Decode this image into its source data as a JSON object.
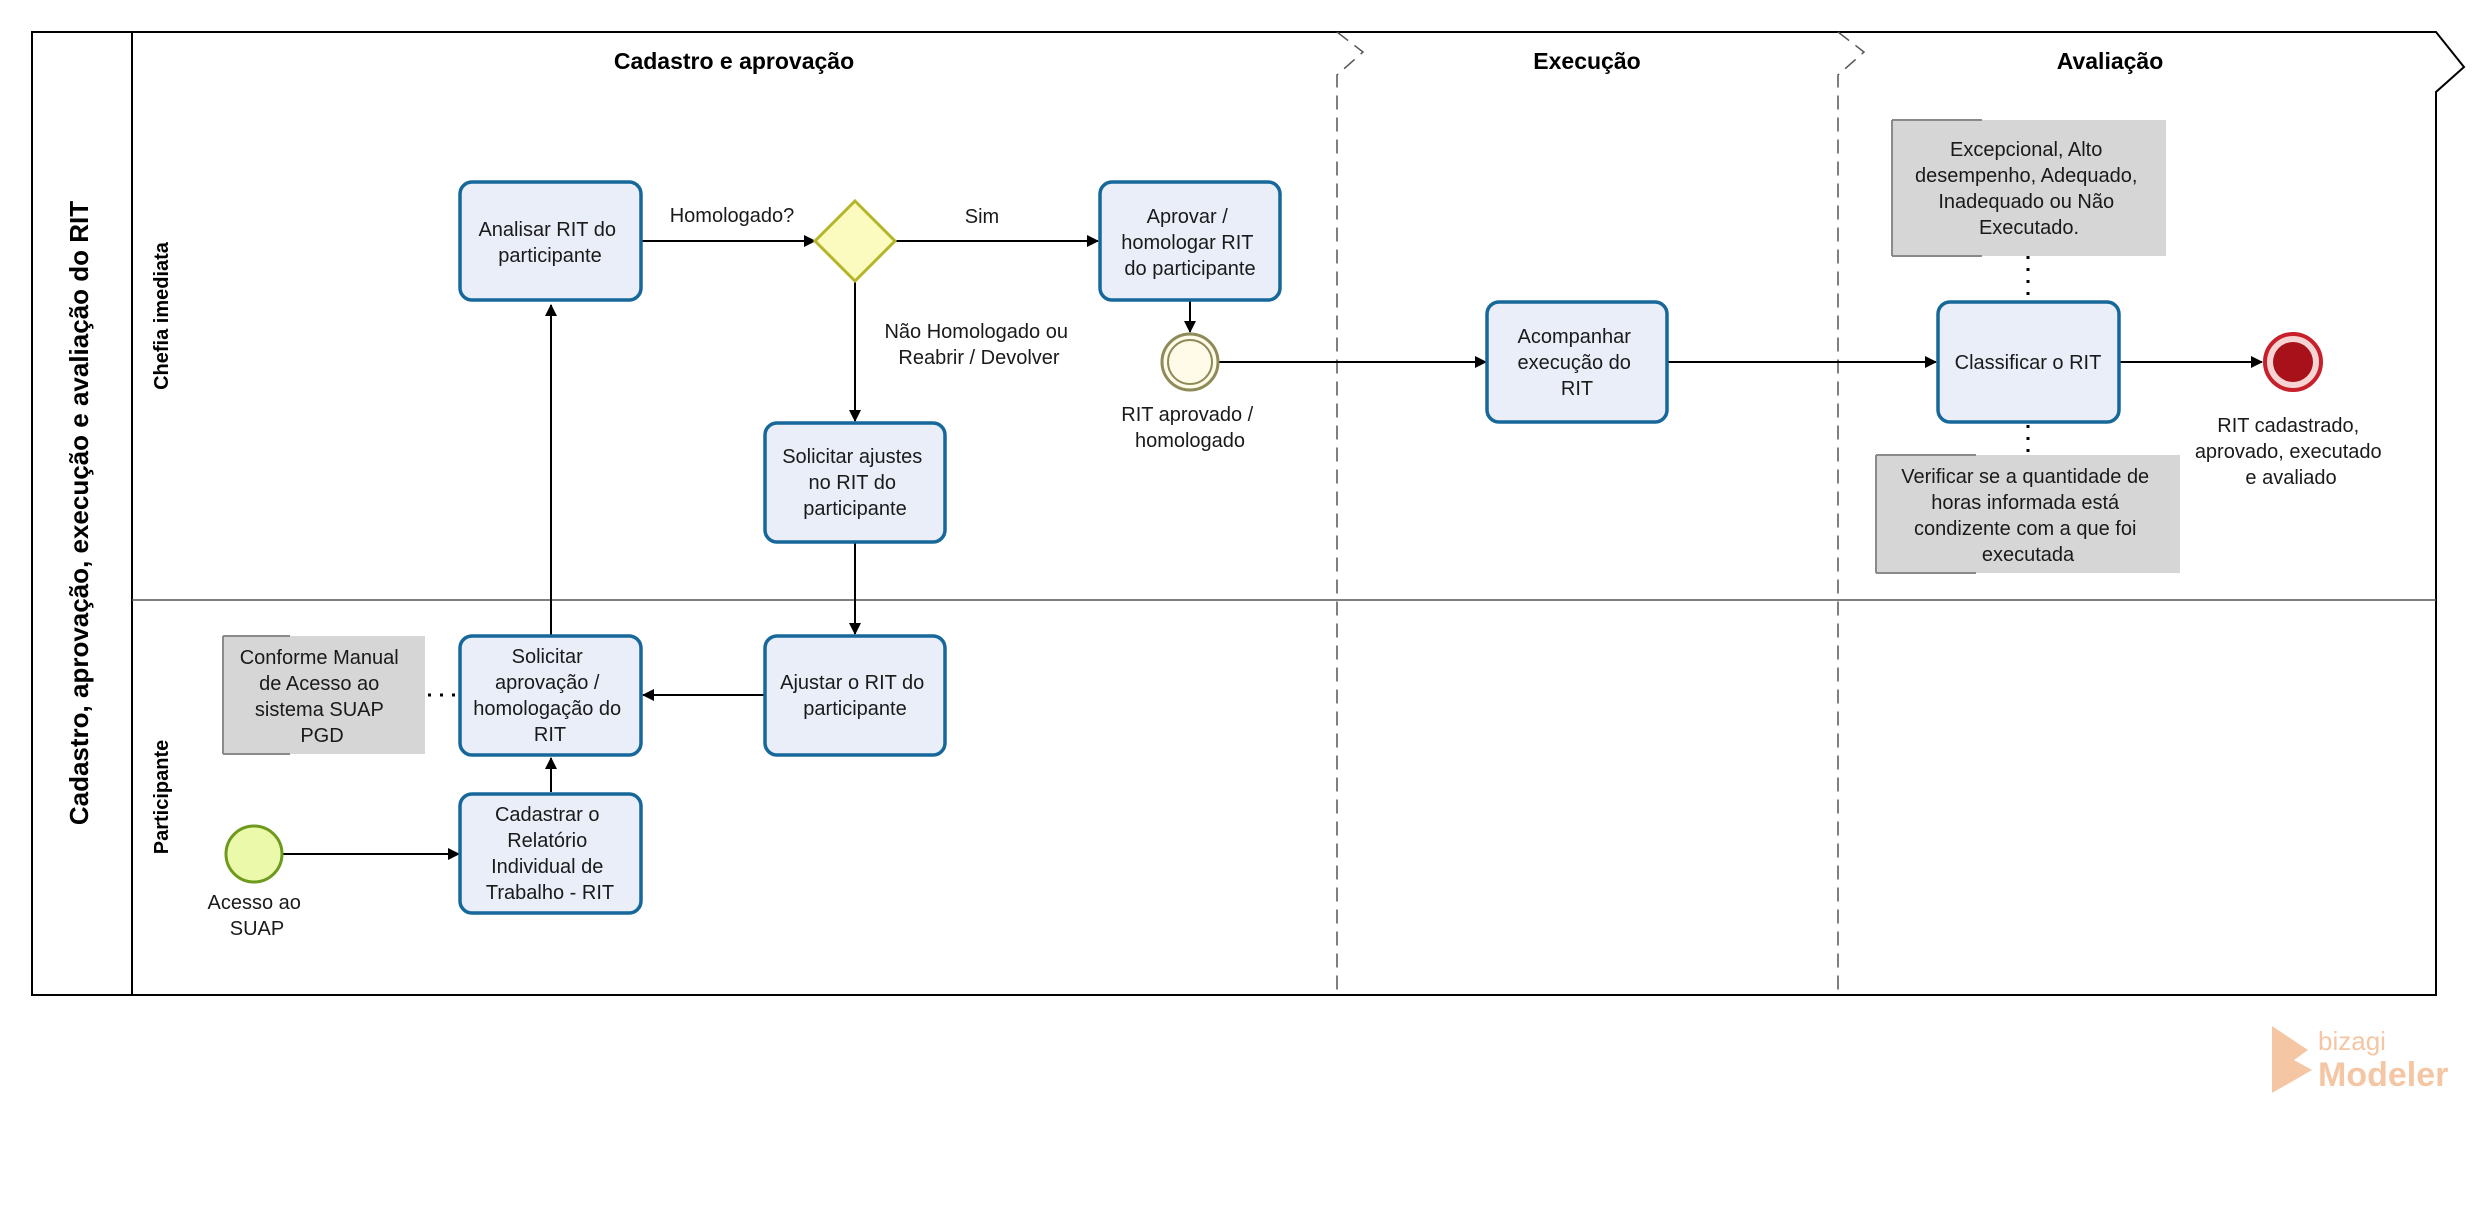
{
  "pool": {
    "title": "Cadastro, aprovação, execução e avaliação do RIT"
  },
  "lanes": [
    {
      "title": "Chefia imediata"
    },
    {
      "title": "Participante"
    }
  ],
  "phases": [
    {
      "title": "Cadastro e aprovação"
    },
    {
      "title": "Execução"
    },
    {
      "title": "Avaliação"
    }
  ],
  "tasks": {
    "analisar": [
      "Analisar RIT do",
      "participante"
    ],
    "aprovar": [
      "Aprovar /",
      "homologar RIT",
      "do participante"
    ],
    "solicitar_ajustes": [
      "Solicitar ajustes",
      "no RIT do",
      "participante"
    ],
    "acompanhar": [
      "Acompanhar",
      "execução do",
      "RIT"
    ],
    "classificar": [
      "Classificar o RIT"
    ],
    "solicitar_aprovacao": [
      "Solicitar",
      "aprovação /",
      "homologação do",
      "RIT"
    ],
    "ajustar": [
      "Ajustar o RIT do",
      "participante"
    ],
    "cadastrar": [
      "Cadastrar o",
      "Relatório",
      "Individual de",
      "Trabalho - RIT"
    ]
  },
  "gateway": {
    "label": "Homologado?"
  },
  "flow_labels": {
    "sim": "Sim",
    "nao": [
      "Não Homologado ou",
      "Reabrir / Devolver"
    ]
  },
  "events": {
    "start": [
      "Acesso ao",
      "SUAP"
    ],
    "intermediate": [
      "RIT aprovado /",
      "homologado"
    ],
    "end": [
      "RIT cadastrado,",
      "aprovado, executado",
      "e avaliado"
    ]
  },
  "annotations": {
    "classificacao": [
      "Excepcional, Alto",
      "desempenho, Adequado,",
      "Inadequado ou Não",
      "Executado."
    ],
    "verificar": [
      "Verificar se a quantidade de",
      "horas informada está",
      "condizente com a que foi",
      "executada"
    ],
    "manual": [
      "Conforme Manual",
      "de Acesso ao",
      "sistema SUAP",
      "PGD"
    ]
  },
  "watermark": {
    "brand": "bizagi",
    "product": "Modeler"
  },
  "colors": {
    "task_fill": "#e9eef9",
    "task_stroke": "#16679a",
    "start_fill": "#eafaaa",
    "start_stroke": "#6d9a1c",
    "gateway_fill": "#fbfbbf",
    "gateway_stroke": "#b5b52a",
    "end_fill": "#a8101a",
    "end_stroke": "#c8202a",
    "note_fill": "#d6d6d6",
    "watermark": "#f4c6a3"
  }
}
